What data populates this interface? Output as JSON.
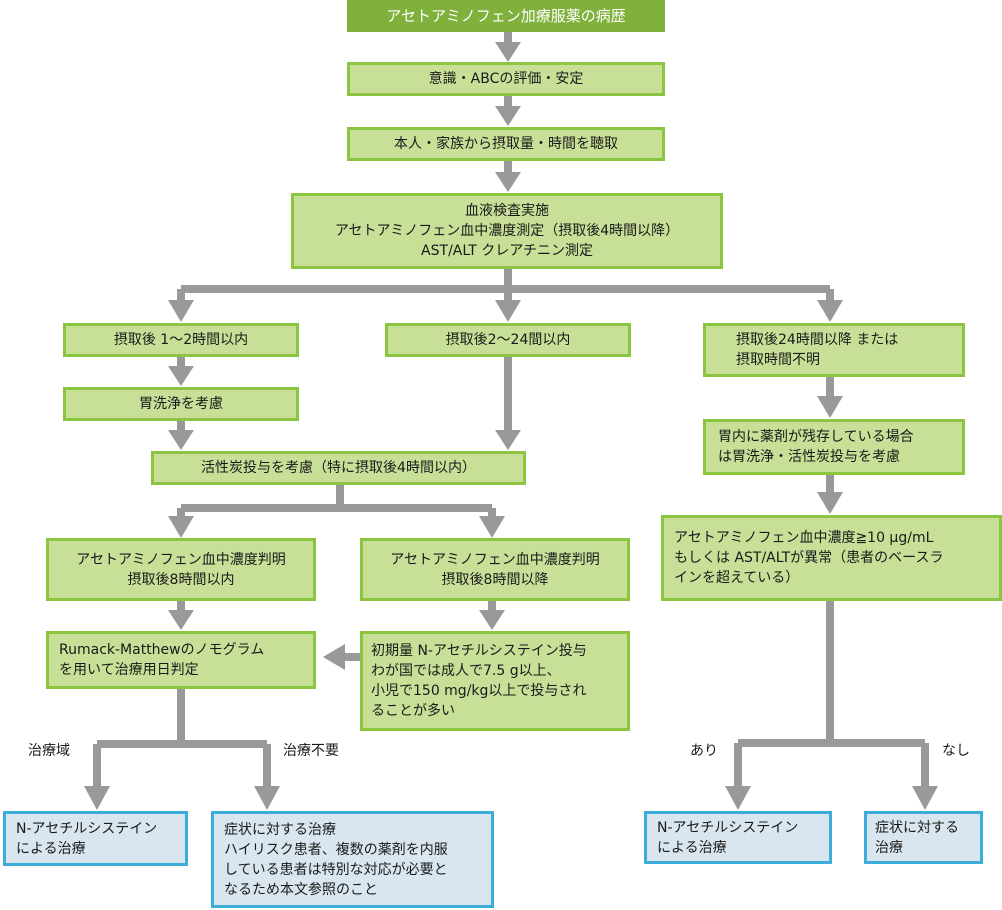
{
  "diagram": {
    "title": "アセトアミノフェン加療服薬の病歴",
    "colors": {
      "title_fill": "#7fb13c",
      "step_fill": "#c8df97",
      "step_border": "#8cc540",
      "outcome_fill": "#d9e6ef",
      "outcome_border": "#3aaed9",
      "arrow": "#999999"
    },
    "steps": {
      "assess": "意識・ABCの評価・安定",
      "history": "本人・家族から摂取量・時間を聴取",
      "blood_test": [
        "血液検査実施",
        "アセトアミノフェン血中濃度測定（摂取後4時間以降）",
        "AST/ALT クレアチニン測定"
      ],
      "within_1_2h": "摂取後 1～2時間以内",
      "gastric_lavage": "胃洗浄を考慮",
      "within_2_24h": "摂取後2～24間以内",
      "activated_charcoal": "活性炭投与を考慮（特に摂取後4時間以内）",
      "level_within_8h": [
        "アセトアミノフェン血中濃度判明",
        "摂取後8時間以内"
      ],
      "level_after_8h": [
        "アセトアミノフェン血中濃度判明",
        "摂取後8時間以降"
      ],
      "nomogram": [
        "Rumack-Matthewのノモグラム",
        "を用いて治療用日判定"
      ],
      "initial_nac": [
        "初期量 N-アセチルシステイン投与",
        "わが国では成人で7.5 g以上、",
        "小児で150 mg/kg以上で投与され",
        "ることが多い"
      ],
      "after_24h": [
        "摂取後24時間以降 または",
        "摂取時間不明"
      ],
      "stomach_residue": [
        "胃内に薬剤が残存している場合",
        "は胃洗浄・活性炭投与を考慮"
      ],
      "level_check": [
        "アセトアミノフェン血中濃度≧10 μg/mL",
        "もしくは AST/ALTが異常（患者のベースラ",
        "インを超えている）"
      ]
    },
    "branch_labels": {
      "treatment_zone": "治療域",
      "no_treatment": "治療不要",
      "yes": "あり",
      "no": "なし"
    },
    "outcomes": {
      "nac_left": [
        "N-アセチルシステイン",
        "による治療"
      ],
      "symptomatic_left": [
        "症状に対する治療",
        "ハイリスク患者、複数の薬剤を内服",
        "している患者は特別な対応が必要と",
        "なるため本文参照のこと"
      ],
      "nac_right": [
        "N-アセチルシステイン",
        "による治療"
      ],
      "symptomatic_right": [
        "症状に対する",
        "治療"
      ]
    }
  }
}
